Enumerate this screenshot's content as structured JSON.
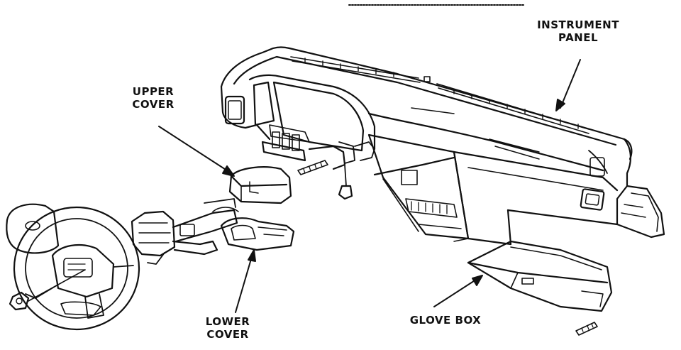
{
  "labels": {
    "instrument_panel": [
      "INSTRUMENT",
      "PANEL"
    ],
    "upper_cover": [
      "UPPER",
      "COVER"
    ],
    "lower_cover": [
      "LOWER",
      "COVER"
    ],
    "glove_box": "GLOVE BOX"
  },
  "colors": {
    "ink": "#111111",
    "paper": "#ffffff"
  }
}
